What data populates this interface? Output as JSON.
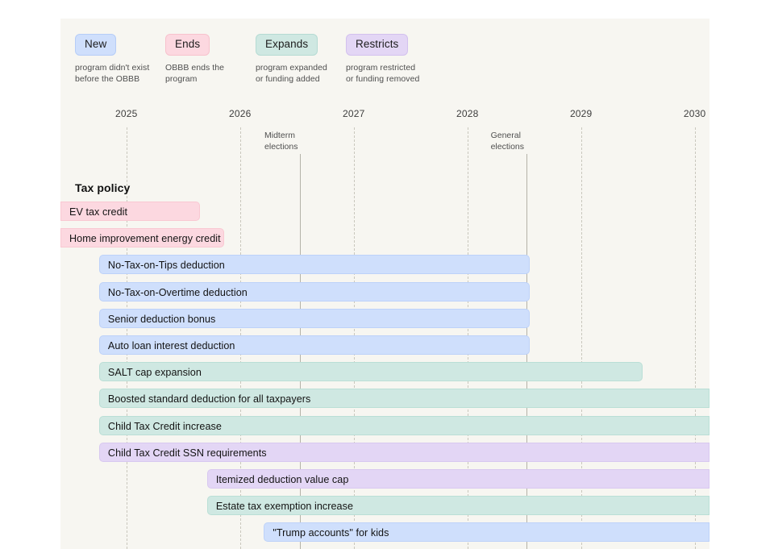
{
  "legend": {
    "items": [
      {
        "label": "New",
        "key": "new",
        "desc": "program didn't exist\nbefore the OBBB",
        "color": "#cfdffc"
      },
      {
        "label": "Ends",
        "key": "ends",
        "desc": "OBBB ends the\nprogram",
        "color": "#fcd8e0"
      },
      {
        "label": "Expands",
        "key": "expands",
        "desc": "program expanded\nor funding added",
        "color": "#cfe8e2"
      },
      {
        "label": "Restricts",
        "key": "restricts",
        "desc": "program restricted\nor funding removed",
        "color": "#e3d6f5"
      }
    ]
  },
  "axis": {
    "years": [
      "2025",
      "2026",
      "2027",
      "2028",
      "2029",
      "2030"
    ],
    "elections": [
      {
        "label": "Midterm\nelections",
        "year": 2026.83
      },
      {
        "label": "General\nelections",
        "year": 2028.82
      }
    ]
  },
  "sections": [
    {
      "title": "Tax policy"
    }
  ],
  "chart_data": {
    "type": "timeline",
    "title": "Tax policy",
    "xlabel": "",
    "xlim": [
      2024.72,
      2030.43
    ],
    "categories": [
      "new",
      "ends",
      "expands",
      "restricts"
    ],
    "grid": "dashed vertical year lines",
    "legend_position": "top-left",
    "rows": [
      {
        "label": "EV tax credit",
        "category": "ends",
        "start": 2024.72,
        "end": 2025.95,
        "clipped_start": true
      },
      {
        "label": "Home improvement energy credit",
        "category": "ends",
        "start": 2024.72,
        "end": 2026.16,
        "clipped_start": true
      },
      {
        "label": "No-Tax-on-Tips deduction",
        "category": "new",
        "start": 2025.06,
        "end": 2028.85
      },
      {
        "label": "No-Tax-on-Overtime deduction",
        "category": "new",
        "start": 2025.06,
        "end": 2028.85
      },
      {
        "label": "Senior deduction bonus",
        "category": "new",
        "start": 2025.06,
        "end": 2028.85
      },
      {
        "label": "Auto loan interest deduction",
        "category": "new",
        "start": 2025.06,
        "end": 2028.85
      },
      {
        "label": "SALT cap expansion",
        "category": "expands",
        "start": 2025.06,
        "end": 2029.84
      },
      {
        "label": "Boosted standard deduction for all taxpayers",
        "category": "expands",
        "start": 2025.06,
        "end": 2030.43,
        "clipped_end": true
      },
      {
        "label": "Child Tax Credit increase",
        "category": "expands",
        "start": 2025.06,
        "end": 2030.43,
        "clipped_end": true
      },
      {
        "label": "Child Tax Credit SSN requirements",
        "category": "restricts",
        "start": 2025.06,
        "end": 2030.43,
        "clipped_end": true
      },
      {
        "label": "Itemized deduction value cap",
        "category": "restricts",
        "start": 2026.01,
        "end": 2030.43,
        "clipped_end": true
      },
      {
        "label": "Estate tax exemption increase",
        "category": "expands",
        "start": 2026.01,
        "end": 2030.43,
        "clipped_end": true
      },
      {
        "label": "\"Trump accounts\" for kids",
        "category": "new",
        "start": 2026.51,
        "end": 2030.43,
        "clipped_end": true
      }
    ]
  }
}
